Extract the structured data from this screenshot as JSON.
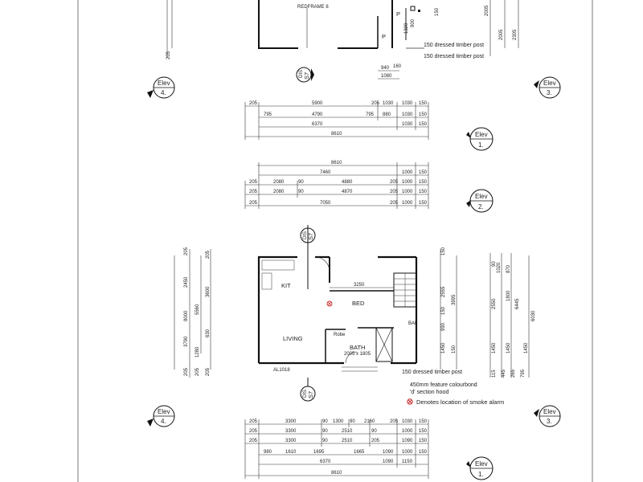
{
  "upper_plan": {
    "top_label": "REDFRAME 8",
    "dims_right": [
      "150",
      "900",
      "1320"
    ],
    "notes": [
      "150 dressed timber post",
      "150 dressed timber post"
    ],
    "small_dims": [
      "940",
      "160",
      "1080"
    ],
    "letters": [
      "P",
      "P"
    ],
    "side_left": "205",
    "side_right": [
      "2005",
      "2005",
      "2305"
    ]
  },
  "elev": {
    "word": "Elev",
    "n1": "1.",
    "n2": "2.",
    "n3": "3.",
    "n4": "4."
  },
  "section": {
    "word": "S7",
    "sub": "DIS"
  },
  "dims_mid_a": {
    "r1": [
      "205",
      "5900",
      "205",
      "1030",
      "1030",
      "150"
    ],
    "r2": [
      "795",
      "4790",
      "795",
      "880",
      "1030",
      "150"
    ],
    "r3": [
      "6370",
      "1030",
      "150"
    ],
    "total": "8610"
  },
  "dims_mid_b": {
    "total": "8610",
    "r1": [
      "7460",
      "1000",
      "150"
    ],
    "r2": [
      "205",
      "2080",
      "90",
      "4880",
      "205",
      "1000",
      "150"
    ],
    "r3": [
      "205",
      "2080",
      "90",
      "4870",
      "205",
      "1000",
      "150"
    ],
    "r4": [
      "205",
      "7050",
      "205",
      "1000",
      "150"
    ]
  },
  "lower_plan": {
    "rooms": {
      "kit": "KIT",
      "bed": "BED",
      "living": "LIVING",
      "bath": "BATH",
      "robe": "Robe",
      "bal": "BAL"
    },
    "bath_size": "2005 x 1805",
    "dim_3250": "3250",
    "left_dims": [
      "8000",
      "2450",
      "5560",
      "3600",
      "3790",
      "1280",
      "630",
      "205",
      "205",
      "205",
      "205",
      "205"
    ],
    "right_dims_a": [
      "150",
      "2555",
      "3995",
      "150",
      "990",
      "1450",
      "150"
    ],
    "right_dims_b": [
      "90",
      "1020",
      "870",
      "2550",
      "1800",
      "6445",
      "6030",
      "1450",
      "1450",
      "1450",
      "115",
      "445",
      "265",
      "795"
    ],
    "notes": [
      "150 dressed timber post",
      "450mm feature colourbond",
      "'d' section hood"
    ],
    "legend": "Denotes location of smoke alarm",
    "bottom_label": "AL1018"
  },
  "dims_bottom": {
    "r1": [
      "205",
      "3300",
      "90",
      "1300",
      "90",
      "2160",
      "205",
      "1030",
      "150"
    ],
    "r2": [
      "205",
      "3300",
      "90",
      "2510",
      "90",
      "1000",
      "150"
    ],
    "r3": [
      "205",
      "3300",
      "90",
      "2510",
      "205",
      "1090",
      "150"
    ],
    "r4": [
      "980",
      "1610",
      "1695",
      "1665",
      "1090",
      "1000",
      "150"
    ],
    "r5": [
      "6370",
      "1090",
      "1150"
    ],
    "total": "8610"
  }
}
